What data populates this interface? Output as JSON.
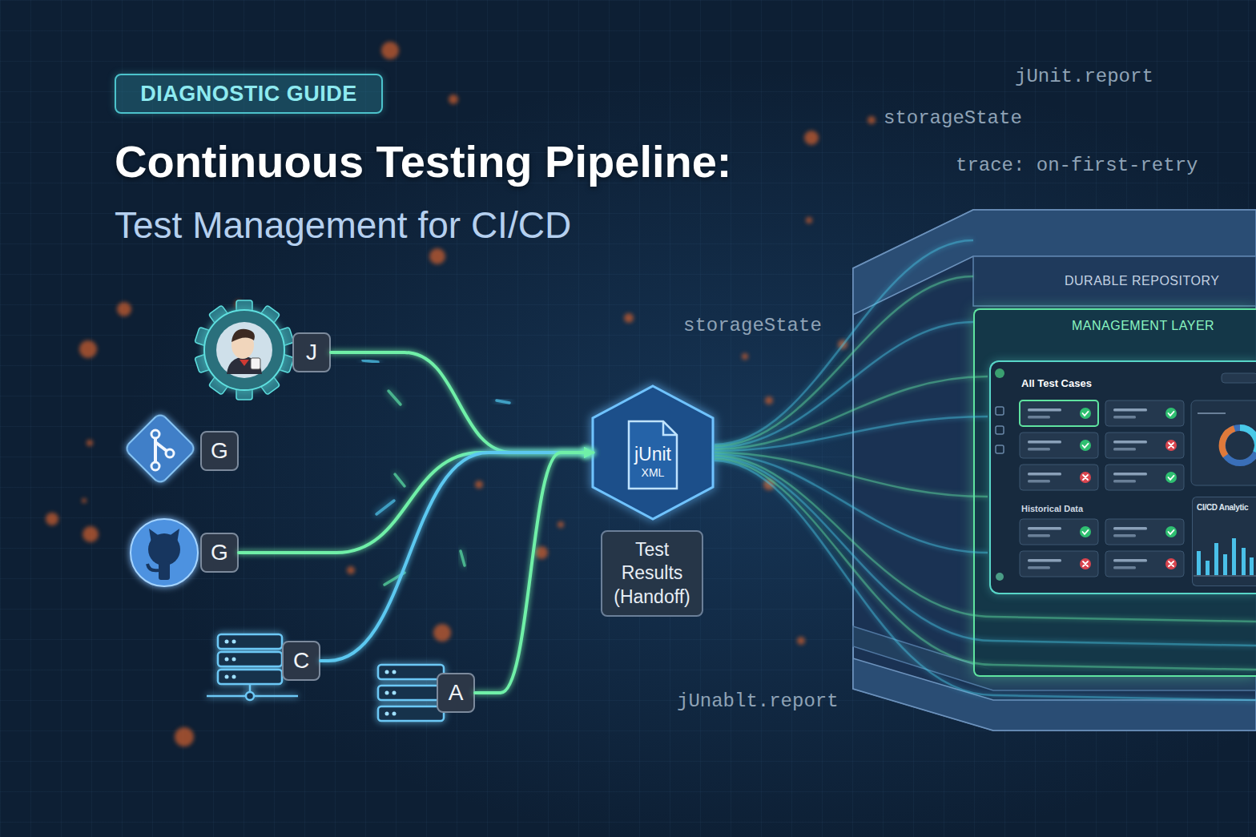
{
  "diagram": {
    "title": "Continuous Testing Pipeline:",
    "nodes": [
      {
        "text": [
          "DIAGNOSTIC GUIDE"
        ]
      },
      {
        "text": [
          "J"
        ]
      },
      {
        "text": [
          "G"
        ]
      },
      {
        "text": [
          "G"
        ]
      },
      {
        "text": [
          "C"
        ]
      },
      {
        "text": [
          "A"
        ]
      },
      {
        "text": [
          "jUnit",
          "XML"
        ]
      },
      {
        "text": [
          "Test Results (Handoff)"
        ]
      },
      {
        "text": [
          "DURABLE REPOSITORY"
        ]
      },
      {
        "text": [
          "MANAGEMENT LAYER"
        ],
        "in": 8
      },
      {
        "text": [
          "All Test Cases",
          "Historical Data"
        ],
        "in": 9
      },
      {
        "text": [
          "CI/CD Analytic"
        ],
        "in": 10
      }
    ],
    "edges": [
      {
        "from": 1,
        "to": 6,
        "arrow": "to"
      },
      {
        "from": 2,
        "to": 6,
        "arrow": "to"
      },
      {
        "from": 3,
        "to": 6,
        "arrow": "to"
      },
      {
        "from": 4,
        "to": 6,
        "arrow": "to"
      },
      {
        "from": 5,
        "to": 6,
        "arrow": "to"
      },
      {
        "from": 6,
        "to": 10,
        "arrow": "to"
      }
    ],
    "labels": [
      "Test Management for CI/CD",
      "jUnit.report",
      "storageState",
      "trace: on-first-retry",
      "storageState",
      "jUnablt.report"
    ]
  }
}
